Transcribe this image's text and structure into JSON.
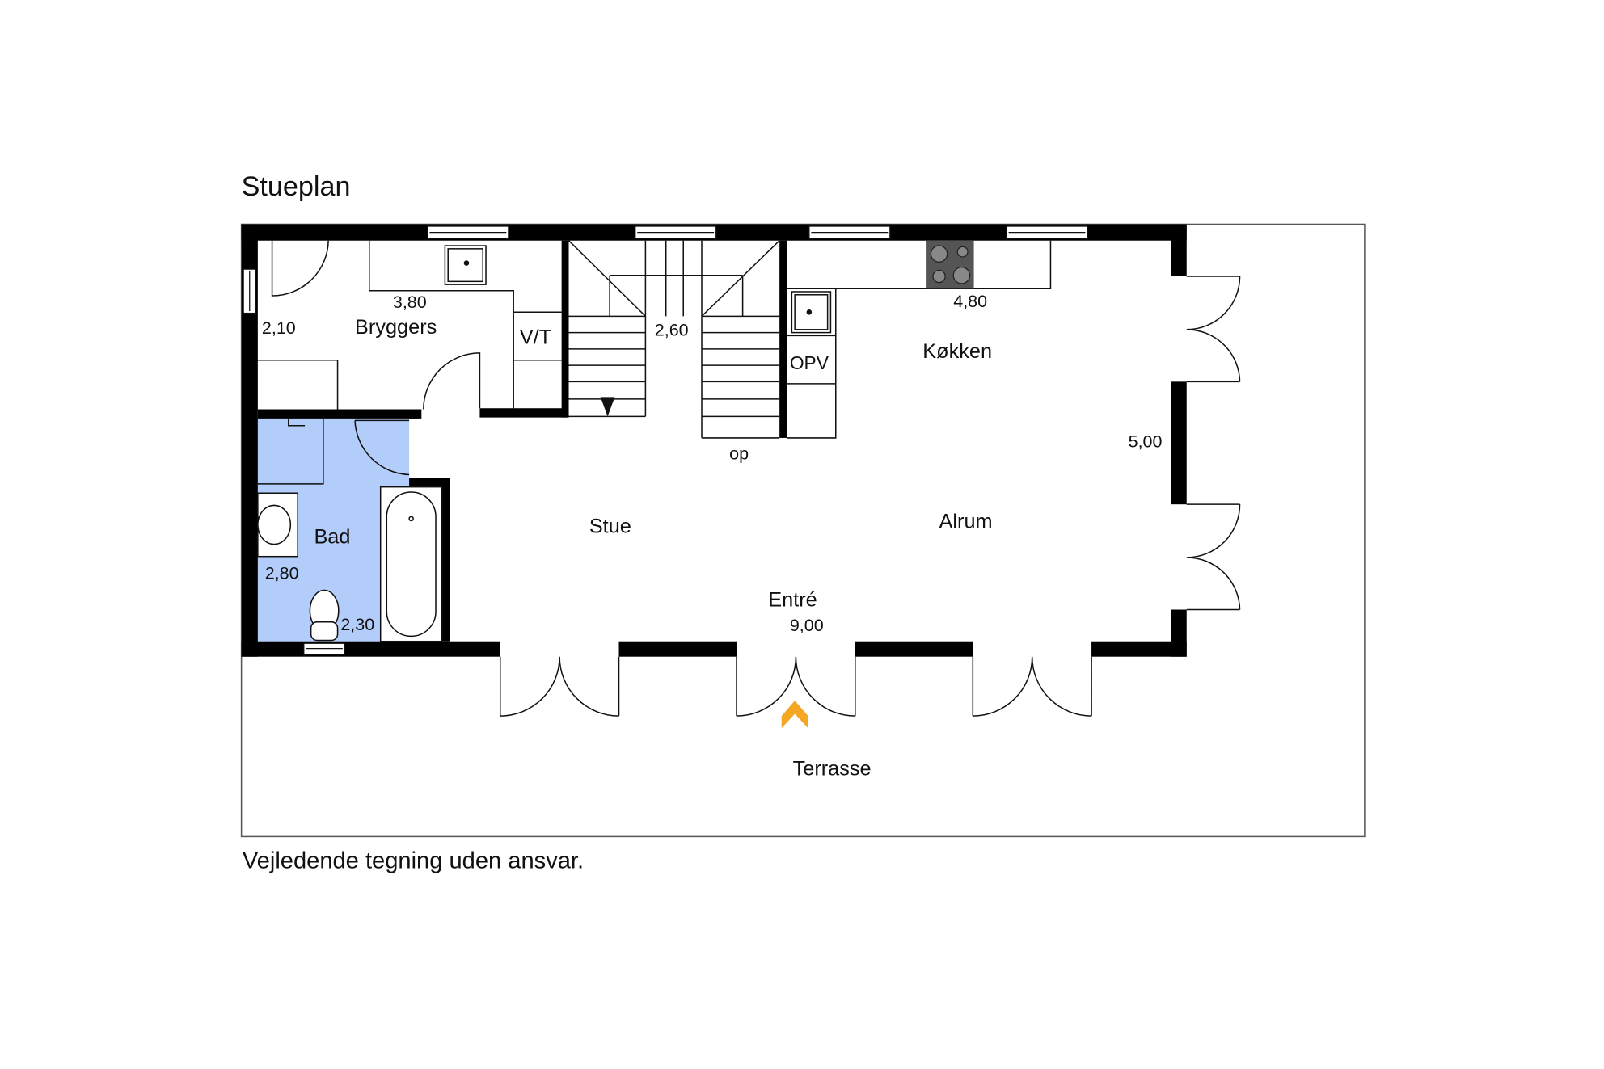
{
  "title": "Stueplan",
  "disclaimer": "Vejledende tegning uden ansvar.",
  "rooms": {
    "bryggers": "Bryggers",
    "vt": "V/T",
    "bad": "Bad",
    "stue": "Stue",
    "entre": "Entré",
    "koekken": "Køkken",
    "opv": "OPV",
    "alrum": "Alrum",
    "terrasse": "Terrasse",
    "stairs_label": "op"
  },
  "dimensions": {
    "bryggers_width": "3,80",
    "bryggers_depth": "2,10",
    "stair_width": "2,60",
    "koekken_width": "4,80",
    "alrum_depth": "5,00",
    "bad_depth": "2,80",
    "bad_width": "2,30",
    "total_width": "9,00"
  },
  "colors": {
    "bathroom_fill": "#b3cdfa",
    "entrance_marker": "#f5a623",
    "wall": "#000000"
  }
}
